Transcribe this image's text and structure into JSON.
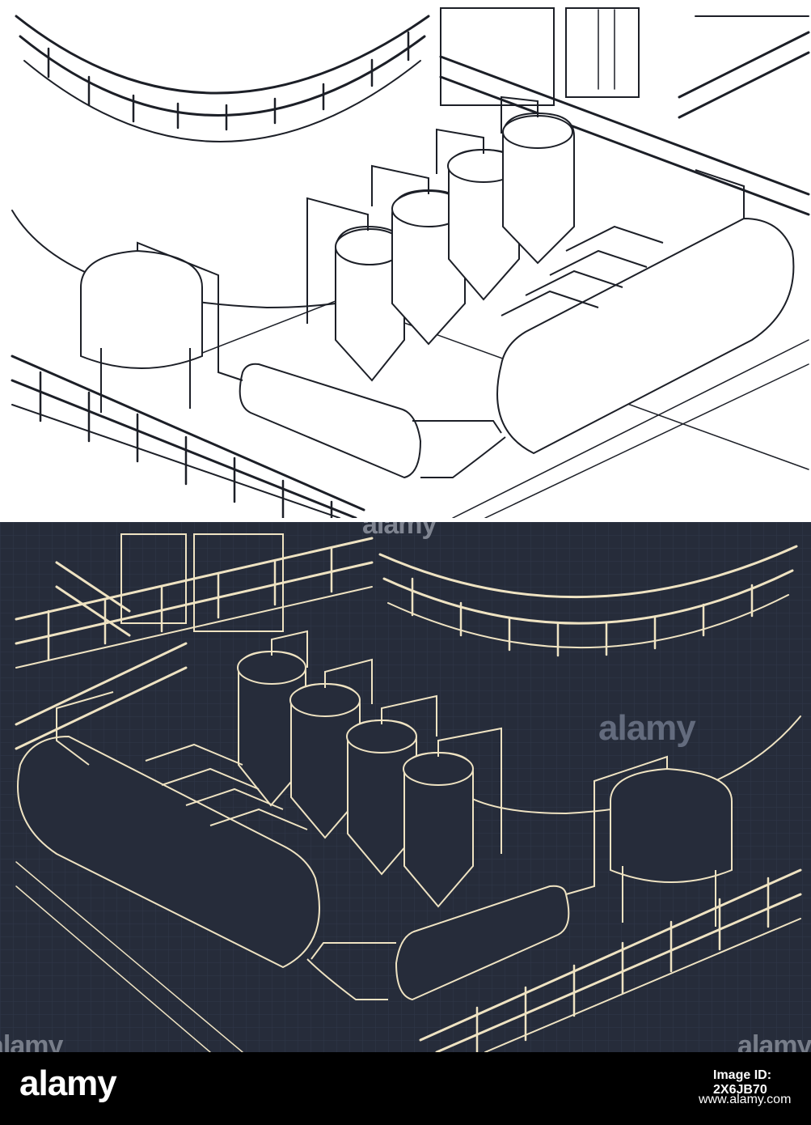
{
  "watermark": {
    "brand": "alamy"
  },
  "footer": {
    "logo": "alamy",
    "image_id_label": "Image ID:",
    "image_id": "2X6JB70",
    "url": "www.alamy.com"
  },
  "colors": {
    "top_background": "#ffffff",
    "top_lines": "#1c1f27",
    "bottom_background": "#262c3a",
    "bottom_lines": "#efe3c2",
    "footer_background": "#000000",
    "footer_text": "#ffffff"
  }
}
